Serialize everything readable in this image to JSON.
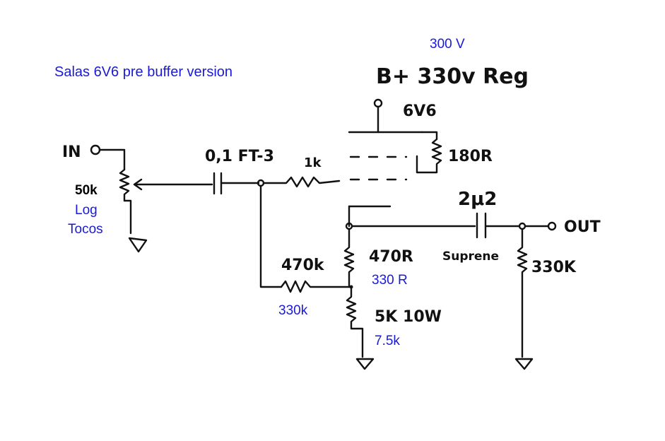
{
  "title": "Salas 6V6 pre buffer version",
  "supply": {
    "typed_voltage": "300 V",
    "handwritten": "B+ 330v Reg"
  },
  "tube": {
    "label": "6V6"
  },
  "input": {
    "label": "IN",
    "pot_value": "50k",
    "pot_type": "Log",
    "pot_brand": "Tocos"
  },
  "components": {
    "input_cap": "0,1 FT-3",
    "grid_stopper": "1k",
    "cathode_bias_resistor": "180R",
    "grid_leak_handwritten": "470k",
    "grid_leak_typed": "330k",
    "upper_load_handwritten": "470R",
    "upper_load_typed": "330 R",
    "lower_load_handwritten": "5K 10W",
    "lower_load_typed": "7.5k",
    "output_cap": "2μ2",
    "output_cap_brand": "Suprene",
    "output_resistor": "330K"
  },
  "output": {
    "label": "OUT"
  },
  "colors": {
    "ink": "#111111",
    "typed_text": "#1a1ad6"
  }
}
